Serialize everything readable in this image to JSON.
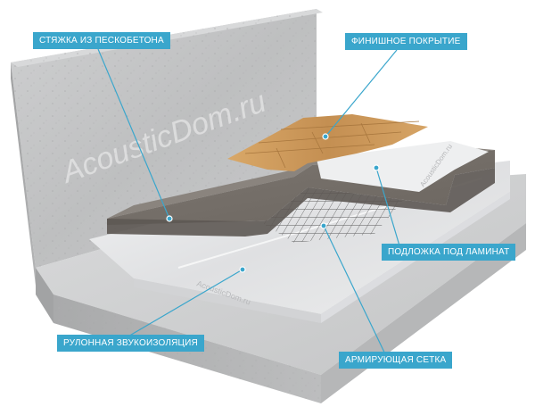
{
  "watermark": "AcousticDom.ru",
  "labels": {
    "screed": "СТЯЖКА ИЗ ПЕСКОБЕТОНА",
    "finish": "ФИНИШНОЕ ПОКРЫТИЕ",
    "underlay": "ПОДЛОЖКА ПОД ЛАМИНАТ",
    "roll_insulation": "РУЛОННАЯ ЗВУКОИЗОЛЯЦИЯ",
    "mesh": "АРМИРУЮЩАЯ СЕТКА"
  },
  "colors": {
    "callout": "#3aa6cc",
    "concrete": "#c9cacb",
    "screed": "#77716b",
    "laminate": "#c8965a",
    "underlay": "#e8e9ea"
  }
}
